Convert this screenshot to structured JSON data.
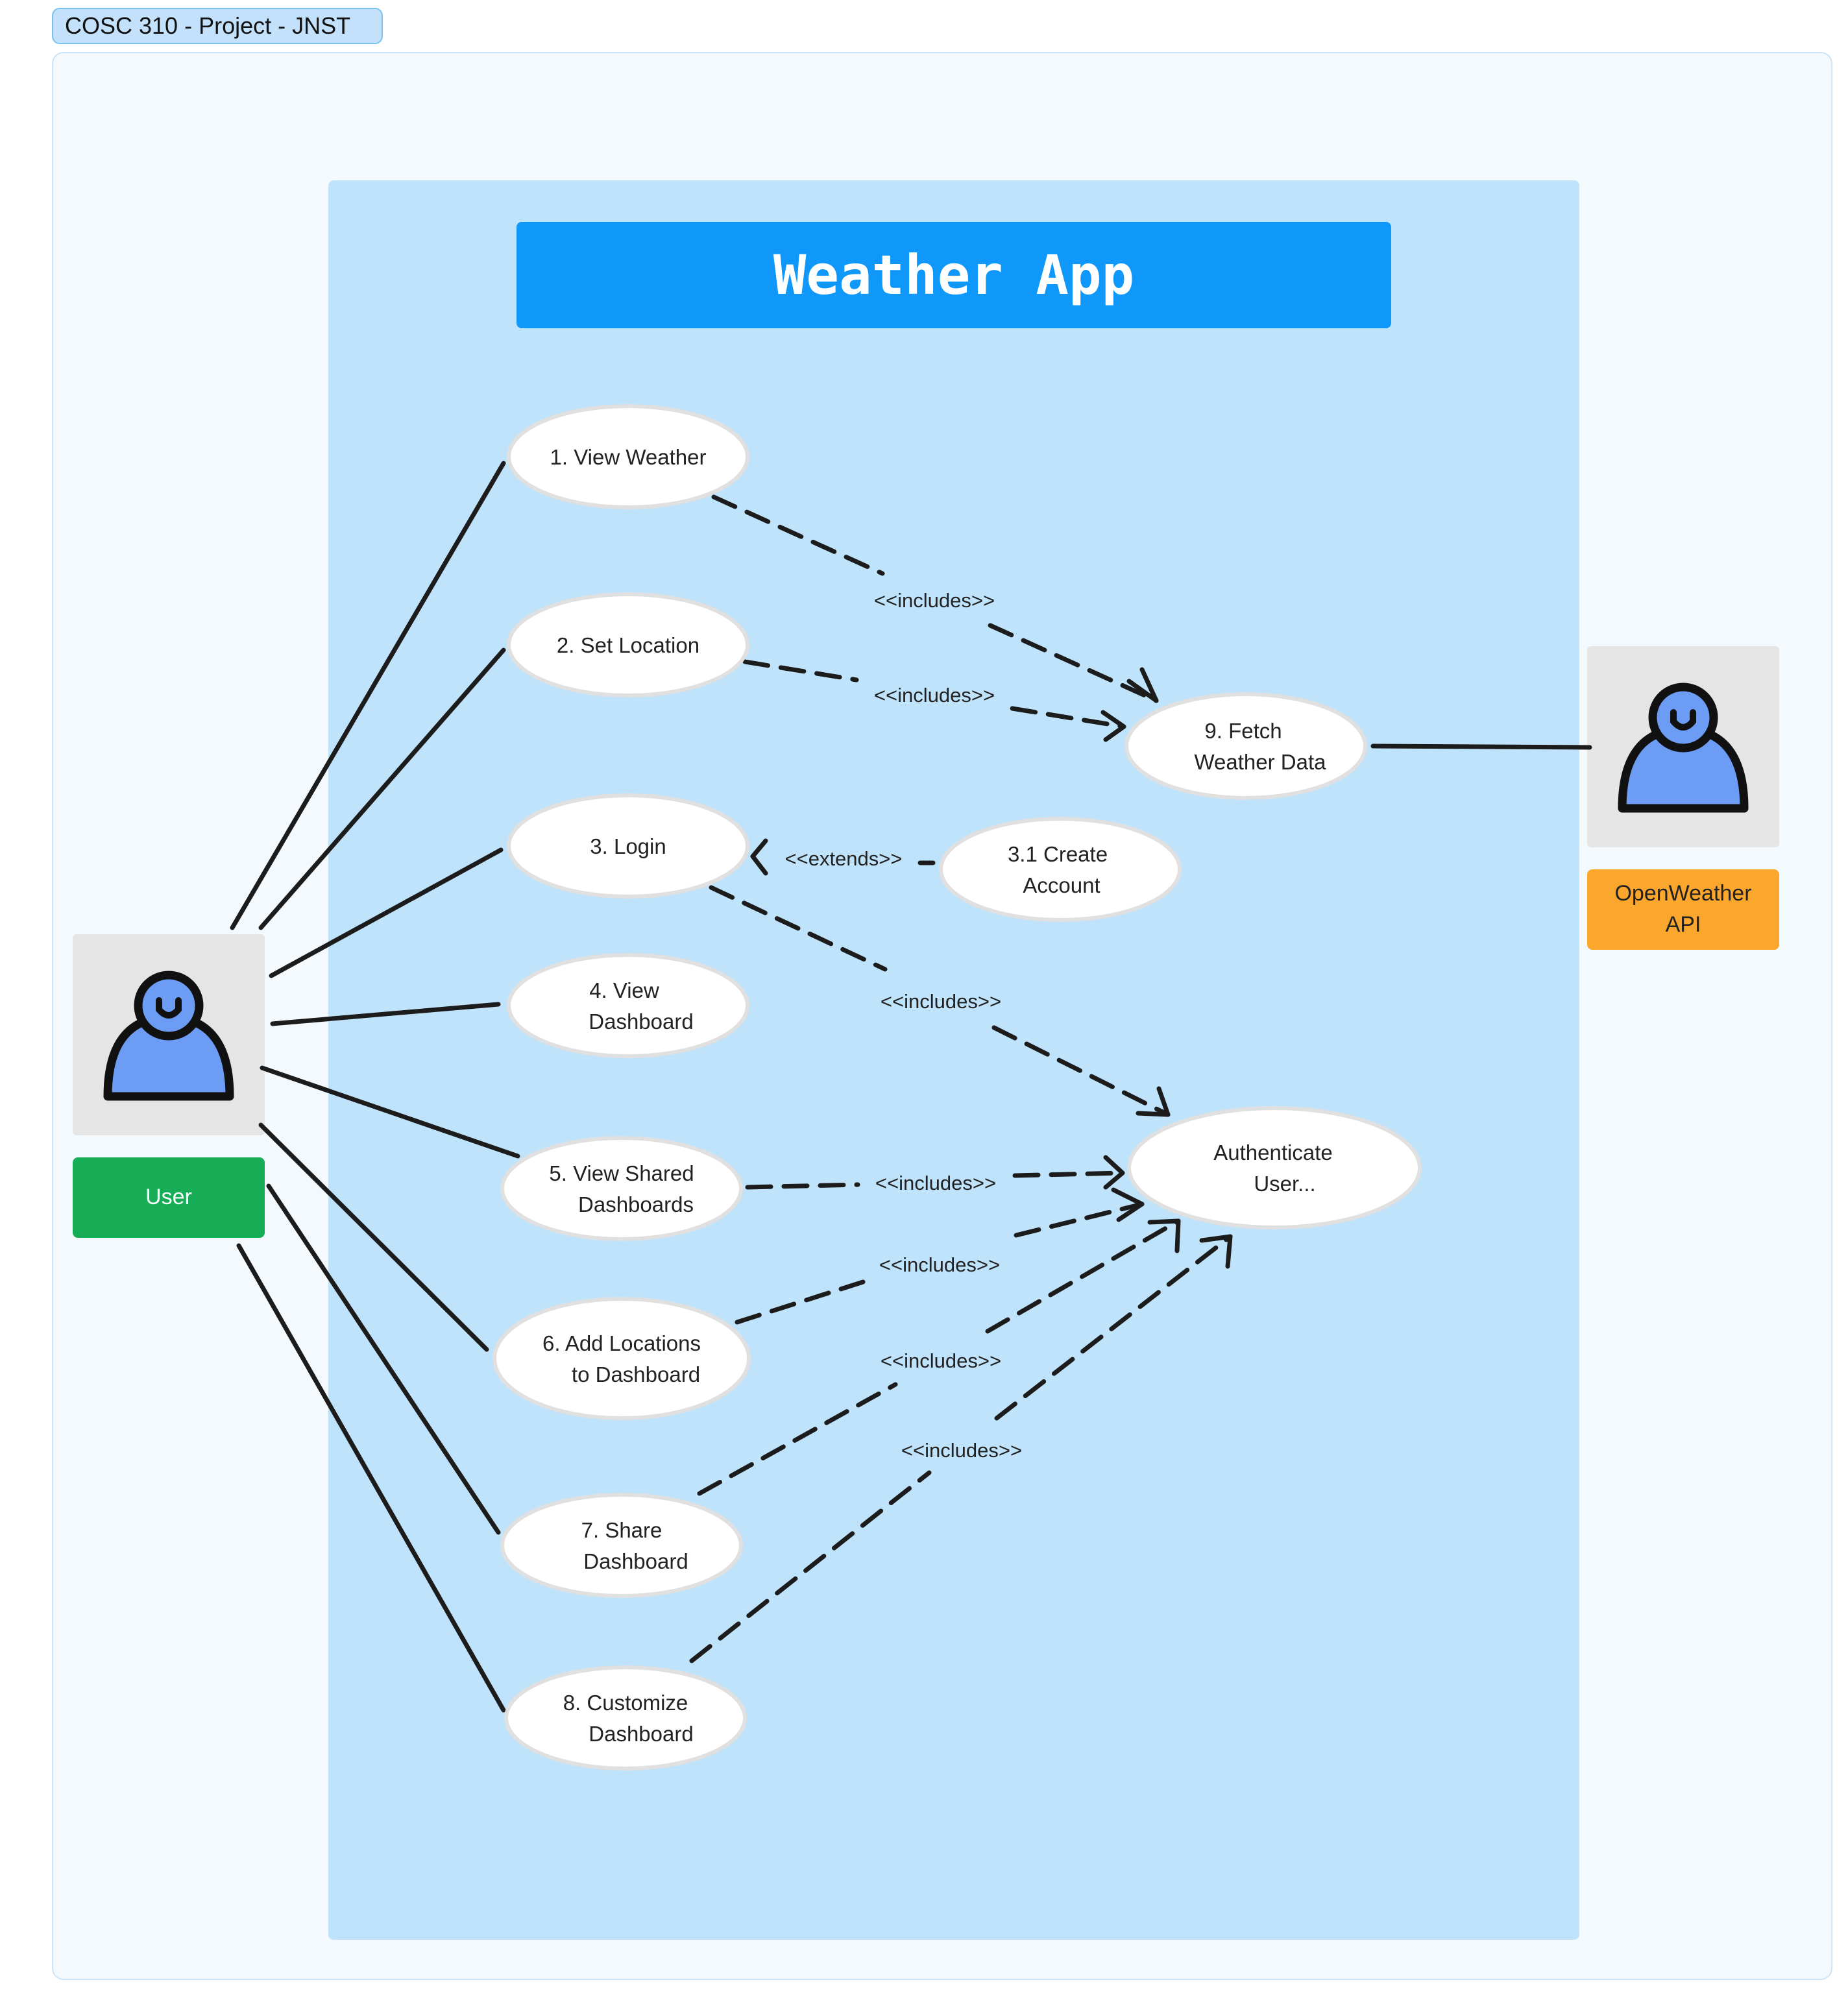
{
  "frame": {
    "tag": "COSC 310 - Project - JNST"
  },
  "system": {
    "title": "Weather App"
  },
  "actors": {
    "user": {
      "label": "User",
      "color": "#16ad56"
    },
    "api": {
      "label_line1": "OpenWeather",
      "label_line2": "API",
      "color": "#fba62c"
    }
  },
  "use_cases": [
    {
      "id": "uc1",
      "line1": "1. View Weather",
      "line2": ""
    },
    {
      "id": "uc2",
      "line1": "2. Set Location",
      "line2": ""
    },
    {
      "id": "uc3",
      "line1": "3. Login",
      "line2": ""
    },
    {
      "id": "uc4",
      "line1": "4. View",
      "line2": "Dashboard"
    },
    {
      "id": "uc5",
      "line1": "5. View Shared",
      "line2": "Dashboards"
    },
    {
      "id": "uc6",
      "line1": "6. Add Locations",
      "line2": "to Dashboard"
    },
    {
      "id": "uc7",
      "line1": "7. Share",
      "line2": "Dashboard"
    },
    {
      "id": "uc8",
      "line1": "8. Customize",
      "line2": "Dashboard"
    },
    {
      "id": "uc9",
      "line1": "9. Fetch",
      "line2": "Weather Data"
    },
    {
      "id": "uc31",
      "line1": "3.1 Create",
      "line2": "Account"
    },
    {
      "id": "auth",
      "line1": "Authenticate",
      "line2": "User..."
    }
  ],
  "relationships": {
    "includes": "<<includes>>",
    "extends": "<<extends>>"
  },
  "colors": {
    "system_bg": "#c0e3fc",
    "title_bg": "#0f98fa",
    "actor_icon": "#6d9cf5"
  }
}
